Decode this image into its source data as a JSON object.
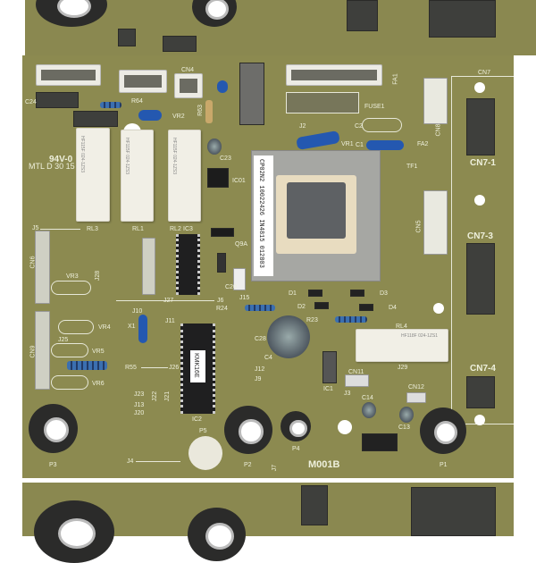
{
  "labels": {
    "c24": "C24",
    "r64": "R64",
    "vr2": "VR2",
    "cn4": "CN4",
    "c23": "C23",
    "r63": "R63",
    "ic01": "IC01",
    "ul": "94V-0",
    "mtl": "MTL D 30 15",
    "rl3": "RL3",
    "rl1": "RL1",
    "rl2": "RL2",
    "ic3": "IC3",
    "j5": "J5",
    "cn6": "CN6",
    "vr3": "VR3",
    "j28": "J28",
    "j27": "J27",
    "j6": "J6",
    "q9a": "Q9A",
    "c20": "C20",
    "fuse1": "FUSE1",
    "fa1": "FA1",
    "j2": "J2",
    "c2": "C2",
    "c1": "C1",
    "vr1": "VR1",
    "fa2": "FA2",
    "tf1": "TF1",
    "cn7": "CN7",
    "cn7_1": "CN7-1",
    "cn7_3": "CN7-3",
    "cn7_4": "CN7-4",
    "cn8": "CN8",
    "cn5": "CN5",
    "transformer_label": "CP02N2 10022426 IN4815 012803",
    "d1": "D1",
    "d2": "D2",
    "d3": "D3",
    "d4": "D4",
    "j15": "J15",
    "r24": "R24",
    "r23": "R23",
    "c28": "C28",
    "c4": "C4",
    "rl4": "RL4",
    "rl4_text": "HF118F 024-1ZS1",
    "j29": "J29",
    "ic1": "IC1",
    "cn11": "CN11",
    "cn12": "CN12",
    "j3": "J3",
    "c14": "C14",
    "c13": "C13",
    "j12": "J12",
    "j9": "J9",
    "j10": "J10",
    "j11": "J11",
    "x1": "X1",
    "vr4": "VR4",
    "vr5": "VR5",
    "vr6": "VR6",
    "j25": "J25",
    "r55": "R55",
    "j26": "J26",
    "cn9": "CN9",
    "j23": "J23",
    "j13": "J13",
    "j20": "J20",
    "j22": "J22",
    "j21": "J21",
    "ic2": "IC2",
    "ic2_chip": "KMK16E",
    "p5": "P5",
    "p3": "P3",
    "p2": "P2",
    "p4": "P4",
    "p1": "P1",
    "j4": "J4",
    "j7": "J7",
    "board_id": "M001B",
    "relay_text": "HF115F 024-1ZS3"
  }
}
